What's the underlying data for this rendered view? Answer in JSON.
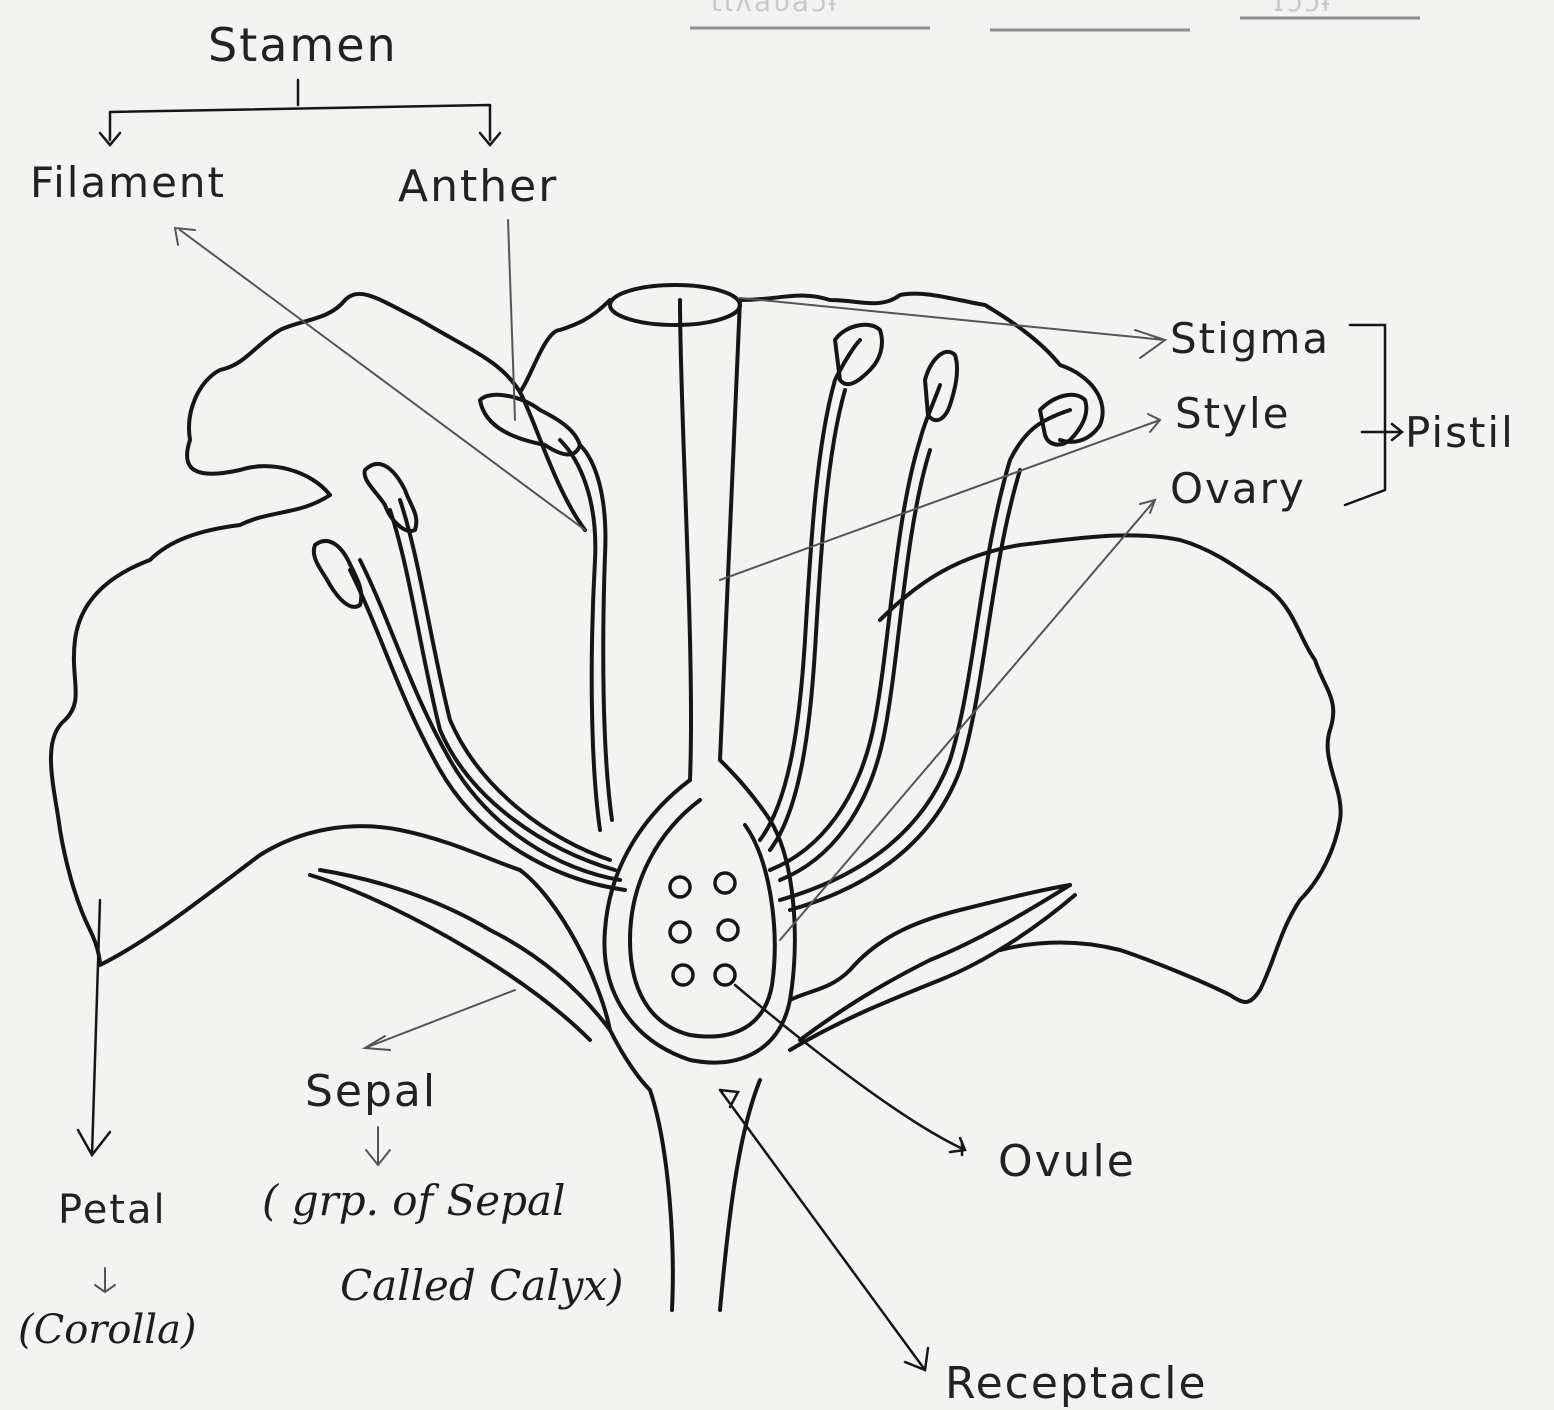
{
  "diagram": {
    "header_fragments": [
      "ʼtɩʌaʋaɔɨ",
      "ɿɔɔɨ"
    ],
    "labels": {
      "stamen": "Stamen",
      "filament": "Filament",
      "anther": "Anther",
      "stigma": "Stigma",
      "style": "Style",
      "ovary": "Ovary",
      "pistil": "Pistil",
      "sepal": "Sepal",
      "sepal_note_line1": "( grp. of Sepal",
      "sepal_note_line2": "Called Calyx)",
      "petal": "Petal",
      "petal_note": "(Corolla)",
      "ovule": "Ovule",
      "receptacle": "Receptacle"
    },
    "colors": {
      "ink": "#161616",
      "pencil": "#555555",
      "paper": "#f3f3f1"
    }
  }
}
